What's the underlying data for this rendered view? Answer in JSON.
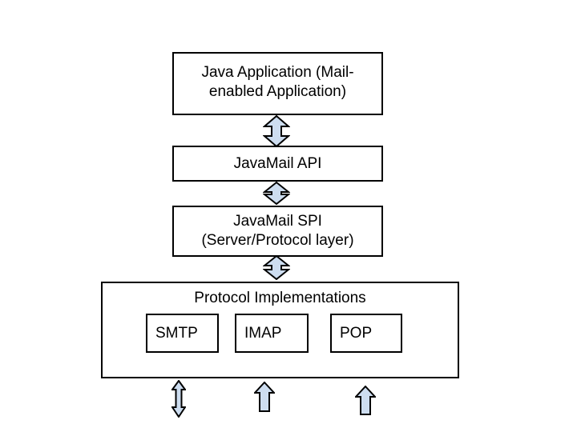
{
  "colors": {
    "background": "#ffffff",
    "box_border": "#000000",
    "text": "#000000",
    "arrow_fill": "#cdddf0",
    "arrow_outline": "#000000"
  },
  "diagram": {
    "app_box": {
      "lines": [
        "Java Application (Mail-",
        "enabled Application)"
      ]
    },
    "api_box": {
      "label": "JavaMail API"
    },
    "spi_box": {
      "lines": [
        "JavaMail SPI",
        "(Server/Protocol layer)"
      ]
    },
    "impl_box": {
      "title": "Protocol Implementations",
      "protocols": [
        "SMTP",
        "IMAP",
        "POP"
      ]
    }
  }
}
